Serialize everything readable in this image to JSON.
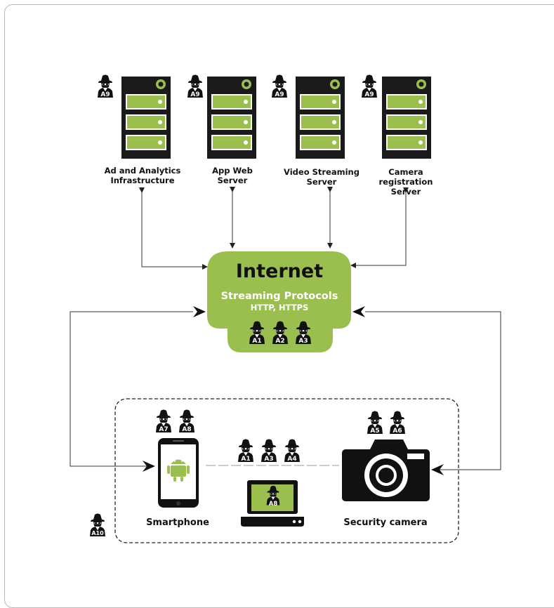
{
  "servers": [
    {
      "line1": "Ad and Analytics",
      "line2": "Infrastructure",
      "attacker": "A9"
    },
    {
      "line1": "App Web",
      "line2": "Server",
      "attacker": "A9"
    },
    {
      "line1": "Video Streaming",
      "line2": "Server",
      "attacker": "A9"
    },
    {
      "line1": "Camera registration",
      "line2": "Server",
      "attacker": "A9"
    }
  ],
  "internet": {
    "title": "Internet",
    "subtitle": "Streaming Protocols",
    "protocols": "HTTP, HTTPS",
    "attackers": [
      "A1",
      "A2",
      "A3"
    ]
  },
  "devices": {
    "smartphone": {
      "label": "Smartphone",
      "attackers": [
        "A7",
        "A8"
      ]
    },
    "camera": {
      "label": "Security camera",
      "attackers": [
        "A5",
        "A6"
      ]
    },
    "laptop": {
      "attacker": "A8"
    },
    "link_attackers": [
      "A1",
      "A3",
      "A4"
    ],
    "network_attacker": "A10"
  },
  "colors": {
    "green": "#9bbf4f",
    "dark": "#1a1a1a"
  },
  "icons": {
    "server": "server-icon",
    "attacker": "spy-icon",
    "phone": "smartphone-icon",
    "android": "android-icon",
    "laptop": "laptop-icon",
    "camera": "camera-icon"
  }
}
